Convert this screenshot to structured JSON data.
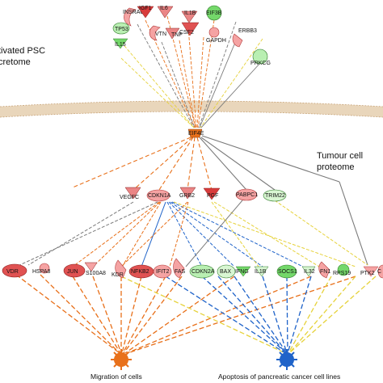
{
  "labels": {
    "psc_line1": "tivated PSC",
    "psc_line2": "cretome",
    "tumour_line1": "Tumour cell",
    "tumour_line2": "proteome",
    "migration": "Migration of cells",
    "apoptosis": "Apoptosis of pancreatic cancer cell lines"
  },
  "colors": {
    "up_red": "#e05252",
    "up_light": "#f5a3a3",
    "down_green": "#74d86a",
    "orange": "#e8701a",
    "blue": "#1f63c9",
    "yellow": "#e6d23a",
    "gray": "#7a7a7a",
    "membrane": "#e7d1b4"
  },
  "nodes": {
    "INSRAC1": "INSRAC1",
    "IGF1": "IGF1",
    "IL6": "IL6",
    "IL1B_top": "IL1B",
    "EIF3B": "EIF3B",
    "TP53": "TP53",
    "VTN": "VTN",
    "TNF": "TNF",
    "CSF2": "CSF2",
    "GAPDH": "GAPDH",
    "ERBB3": "ERBB3",
    "IL15": "IL15",
    "PRKCG": "PRKCG",
    "EIF4E": "EIF4E",
    "VEGFC": "VEGFC",
    "CDKN1A": "CDKN1A",
    "GRB2": "GRB2",
    "PGF": "PGF",
    "PABPC1": "PABPC1",
    "TRIM22": "TRIM22",
    "VDR": "VDR",
    "HSPA8": "HSPA8",
    "JUN": "JUN",
    "S100A8": "S100A8",
    "KDR": "KDR",
    "NFKB2": "NFKB2",
    "IFIT2": "IFIT2",
    "FAS": "FAS",
    "CDKN2A": "CDKN2A",
    "BAX": "BAX",
    "IFNG": "IFNG",
    "IL1B_bot": "IL1B",
    "SOCS1": "SOCS1",
    "IL32": "IL32",
    "FN1": "FN1",
    "RPS19": "RPS19",
    "PTK2": "PTK2",
    "C_cut": "C"
  }
}
